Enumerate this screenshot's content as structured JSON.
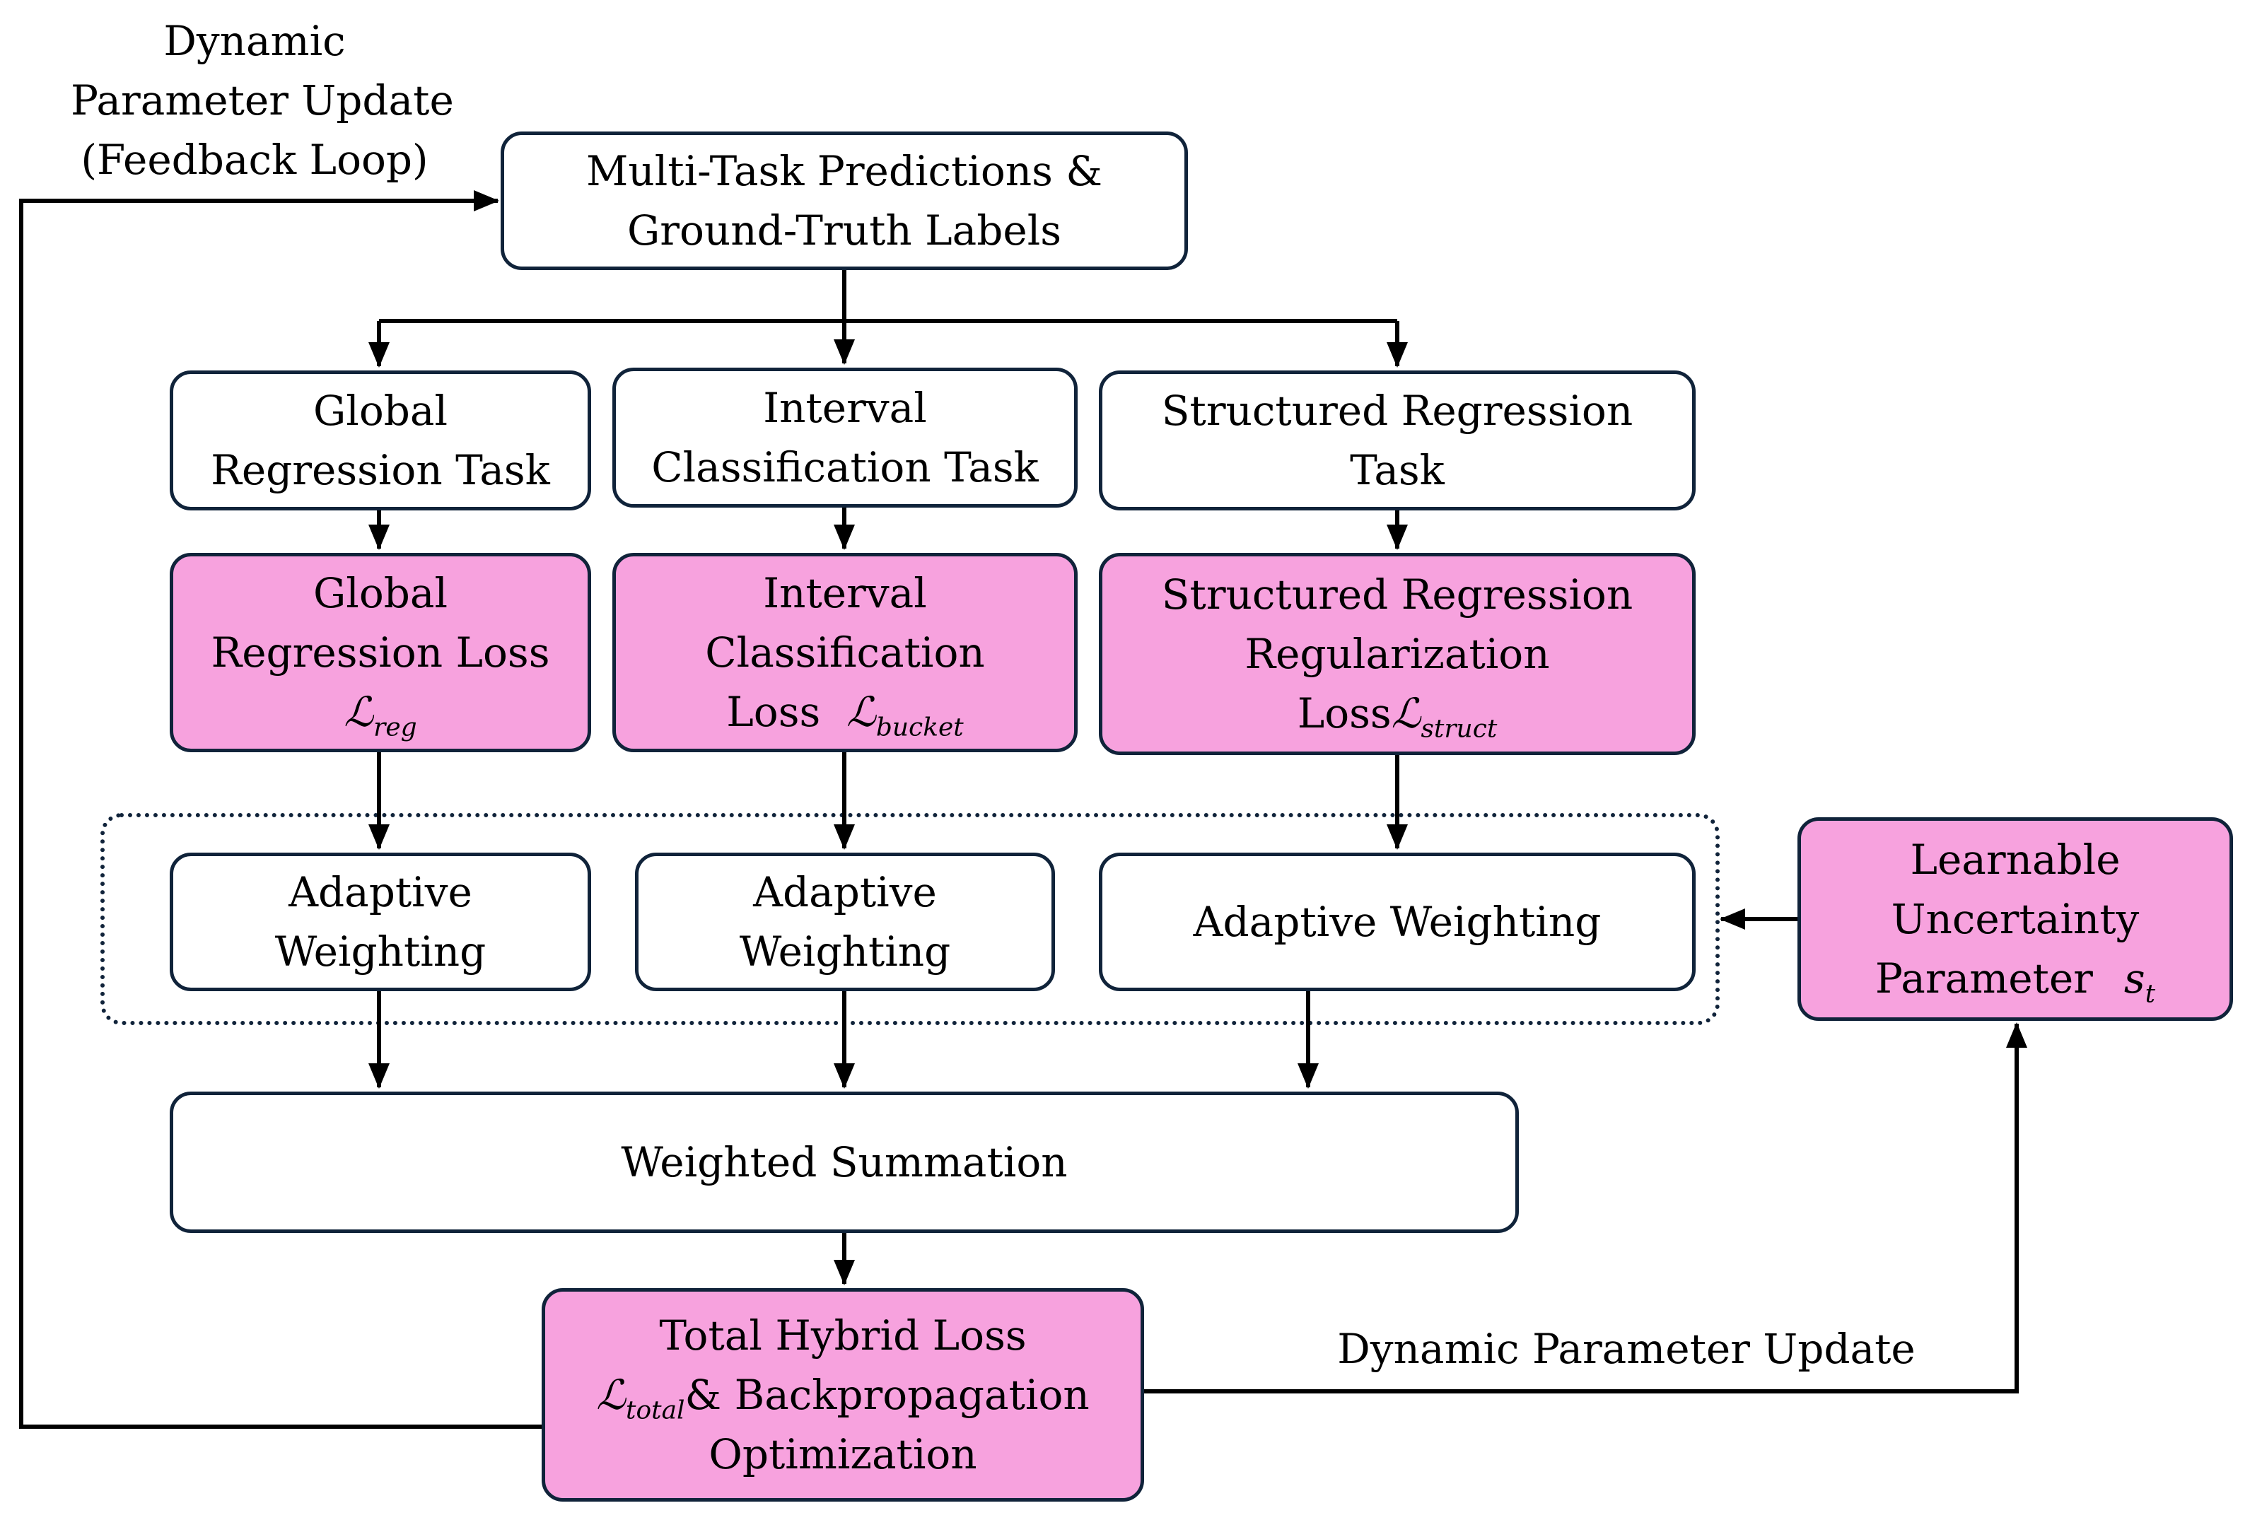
{
  "inputs": {
    "line1": "Multi-Task Predictions &",
    "line2": "Ground-Truth Labels"
  },
  "tasks": [
    {
      "line1": "Global",
      "line2": "Regression Task"
    },
    {
      "line1": "Interval",
      "line2": "Classification Task"
    },
    {
      "line1": "Structured Regression",
      "line2": "Task"
    }
  ],
  "losses": [
    {
      "line1": "Global",
      "line2": "Regression Loss",
      "prefix": "",
      "symbol": "ℒ",
      "sub": "reg"
    },
    {
      "line1": "Interval",
      "line2": "Classification",
      "prefix": "Loss  ",
      "symbol": "ℒ",
      "sub": "bucket"
    },
    {
      "line1": "Structured Regression",
      "line2": "Regularization",
      "prefix": "Loss",
      "symbol": "ℒ",
      "sub": "struct"
    }
  ],
  "weighting": [
    {
      "line1": "Adaptive",
      "line2": "Weighting"
    },
    {
      "line1": "Adaptive",
      "line2": "Weighting"
    },
    {
      "line1": "Adaptive Weighting",
      "line2": ""
    }
  ],
  "uncertainty": {
    "line1": "Learnable",
    "line2": "Uncertainty",
    "line3": "Parameter",
    "symbol": "s",
    "sub": "t"
  },
  "summation": {
    "label": "Weighted Summation"
  },
  "total": {
    "line1": "Total Hybrid Loss",
    "symbol": "ℒ",
    "sub": "total",
    "line2_rest": "& Backpropagation",
    "line3": "Optimization"
  },
  "feedback_label": {
    "line1": "Dynamic",
    "line2": "Parameter Update",
    "line3": "(Feedback Loop)"
  },
  "update_label": "Dynamic Parameter Update",
  "colors": {
    "accent_fill": "#f7a2de",
    "stroke": "#10233a",
    "arrow": "#000000"
  }
}
